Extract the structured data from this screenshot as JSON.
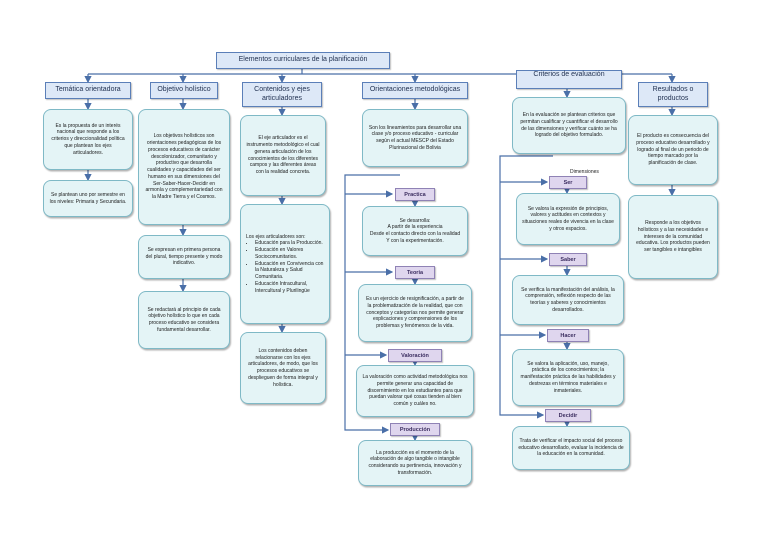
{
  "title": "Elementos curriculares de la planificación",
  "columns": {
    "tematica": {
      "header": "Temática orientadora",
      "boxes": [
        "Es la propuesta de un interés nacional que responde a los criterios y direccionalidad política que plantean los ejes articuladores.",
        "Se plantean uno por semestre en los niveles: Primaria y Secundaria."
      ]
    },
    "objetivo": {
      "header": "Objetivo holístico",
      "boxes": [
        "Los objetivos holísticos son orientaciones pedagógicas de los procesos educativos de carácter descolonizador, comunitario y productivo que desarrolla cualidades y capacidades del ser humano en sus dimensiones del Ser-Saber-Hacer-Decidir en armonía y complementariedad con la Madre Tierra y el Cosmos.",
        "Se expresan en primera persona del plural, tiempo presente y modo indicativo.",
        "Se redactará al principio de cada objetivo holístico lo que en cada proceso educativo se considera fundamental desarrollar."
      ]
    },
    "contenidos": {
      "header": "Contenidos y ejes articuladores",
      "box1": "El eje articulador es el instrumento metodológico el cual genera articulación de los conocimientos de los diferentes campos y las diferentes áreas con la realidad concreta.",
      "box2_intro": "Los ejes articuladores son:",
      "box2_items": [
        "Educación para la Producción.",
        "Educación en Valores Sociocomunitarios.",
        "Educación en Convivencia con la Naturaleza y Salud Comunitaria.",
        "Educación Intracultural, Intercultural y Plurilingüe"
      ],
      "box3": "Los contenidos deben relacionarse con los ejes articuladores, de modo, que los procesos educativos se desplieguen de forma integral y holística."
    },
    "orientaciones": {
      "header": "Orientaciones metodológicas",
      "box": "Son los lineamientos para desarrollar una clase y/o proceso educativo - curricular según el actual MESCP del Estado Plurinacional de Bolivia",
      "steps": [
        {
          "tag": "Practica",
          "lines": [
            "Se desarrolla:",
            "A partir de la experiencia",
            "Desde el contacto directo con la realidad",
            "Y con la experimentación."
          ]
        },
        {
          "tag": "Teoria",
          "lines": [
            "Es un ejercicio de resignificación, a partir de la problematización de la realidad, que con conceptos y categorías nos permite generar explicaciones y comprensiones de los problemas y fenómenos de la vida."
          ]
        },
        {
          "tag": "Valoración",
          "lines": [
            "La valoración como actividad metodológica nos permite generar una capacidad de discernimiento en los estudiantes para que puedan valorar qué cosas tienden al bien común y cuáles no."
          ]
        },
        {
          "tag": "Producción",
          "lines": [
            "La producción es el momento de la elaboración de algo tangible o intangible considerando su pertinencia, innovación y transformación."
          ]
        }
      ]
    },
    "criterios": {
      "header": "Criterios de evaluación",
      "box": "En la evaluación se plantean criterios que permitan cualificar y cuantificar el desarrollo de las dimensiones y verificar cuánto se ha logrado del objetivo formulado.",
      "dimensions_label": "Dimensiones",
      "dims": [
        {
          "tag": "Ser",
          "text": "Se valora la expresión de principios, valores y actitudes en contextos y situaciones reales de vivencia en la clase y otros espacios."
        },
        {
          "tag": "Saber",
          "text": "Se verifica la manifestación del análisis, la comprensión, reflexión respecto de las teorías y saberes y conocimientos desarrollados."
        },
        {
          "tag": "Hacer",
          "text": "Se valora la aplicación, uso, manejo, práctica de los conocimientos; la manifestación práctica de las habilidades y destrezas en términos materiales e inmateriales."
        },
        {
          "tag": "Decidir",
          "text": "Trata de verificar el impacto social del proceso educativo desarrollado, evaluar la incidencia de la educación en la comunidad."
        }
      ]
    },
    "resultados": {
      "header": "Resultados o productos",
      "boxes": [
        "El producto es consecuencia del proceso educativo desarrollado y logrado al final de un periodo de tiempo marcado por la planificación de clase.",
        "Responde a los objetivos holísticos y a las necesidades e intereses de la comunidad educativa. Los productos pueden ser tangibles e intangibles"
      ]
    }
  }
}
